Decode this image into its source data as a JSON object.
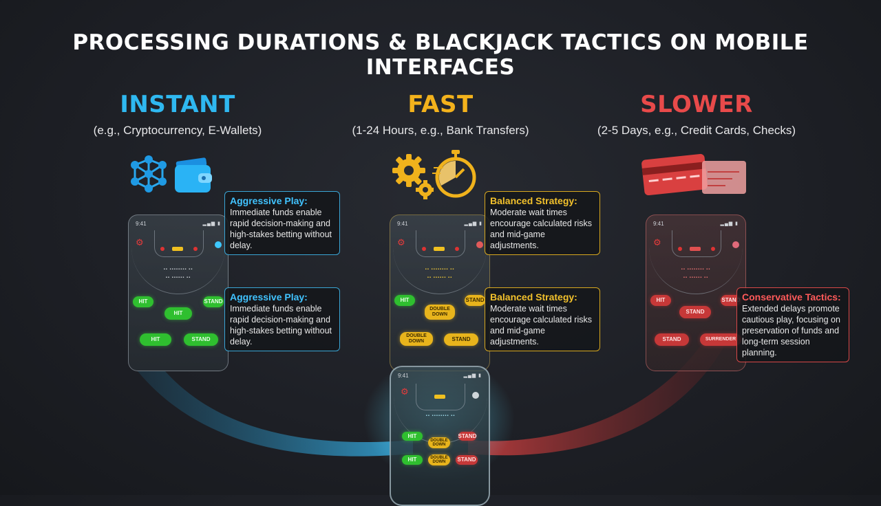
{
  "title": "PROCESSING DURATIONS & BLACKJACK TACTICS ON MOBILE INTERFACES",
  "colors": {
    "instant": "#2fb8f0",
    "fast": "#f3b21c",
    "slower": "#e84a4a"
  },
  "columns": [
    {
      "name": "INSTANT",
      "subtitle": "(e.g., Cryptocurrency, E-Wallets)",
      "icons": [
        "network-icon",
        "wallet-icon"
      ],
      "phone": {
        "time": "9:41",
        "buttons": [
          "HIT",
          "STAND",
          "HIT",
          "HIT",
          "STAND"
        ]
      },
      "callouts": [
        {
          "title": "Aggressive Play:",
          "text": "Immediate funds enable rapid decision-making and high-stakes betting without delay."
        },
        {
          "title": "Aggressive Play:",
          "text": "Immediate funds enable rapid decision-making and high-stakes betting without delay."
        }
      ]
    },
    {
      "name": "FAST",
      "subtitle": "(1-24 Hours, e.g., Bank Transfers)",
      "icons": [
        "gears-icon",
        "stopwatch-icon"
      ],
      "phone": {
        "time": "9:41",
        "buttons": [
          "HIT",
          "STAND",
          "DOUBLE DOWN",
          "DOUBLE DOWN",
          "STAND"
        ]
      },
      "callouts": [
        {
          "title": "Balanced Strategy:",
          "text": "Moderate wait times encourage calculated risks and mid-game adjustments."
        },
        {
          "title": "Balanced Strategy:",
          "text": "Moderate wait times encourage calculated risks and mid-game adjustments."
        }
      ]
    },
    {
      "name": "SLOWER",
      "subtitle": "(2-5 Days, e.g., Credit Cards, Checks)",
      "icons": [
        "credit-card-icon",
        "check-icon"
      ],
      "phone": {
        "time": "9:41",
        "buttons": [
          "HIT",
          "STAND",
          "STAND",
          "STAND",
          "SURRENDER"
        ]
      },
      "callouts": [
        {
          "title": "Conservative Tactics:",
          "text": "Extended delays promote cautious play, focusing on preservation of funds and long-term session planning."
        }
      ]
    }
  ],
  "center_phone": {
    "time": "9:41",
    "buttons": [
      "HIT",
      "DOUBLE DOWN",
      "STAND",
      "HIT",
      "DOUBLE DOWN",
      "STAND"
    ]
  }
}
